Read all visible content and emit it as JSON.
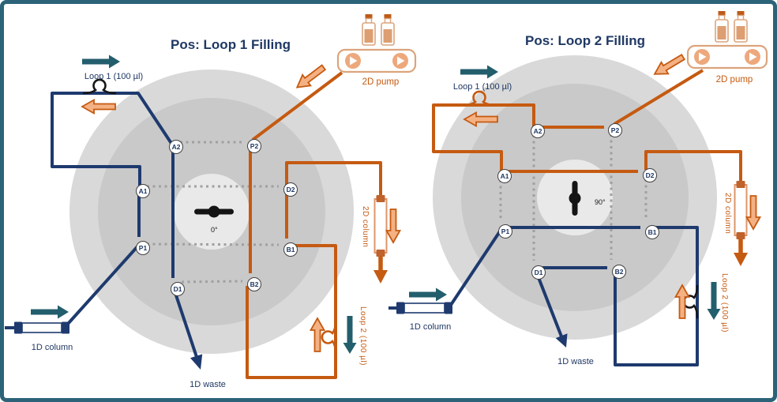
{
  "panels": [
    {
      "title": "Pos: Loop 1 Filling",
      "angle_label": "0°",
      "ports": {
        "a2": "A2",
        "p2": "P2",
        "a1": "A1",
        "d2": "D2",
        "p1": "P1",
        "b1": "B1",
        "d1": "D1",
        "b2": "B2"
      },
      "labels": {
        "loop1": "Loop 1 (100 µl)",
        "loop2": "Loop 2 (100 µl)",
        "pump2d": "2D pump",
        "column1d": "1D column",
        "column2d": "2D column",
        "waste1d": "1D waste"
      }
    },
    {
      "title": "Pos: Loop 2 Filling",
      "angle_label": "90°",
      "ports": {
        "a2": "A2",
        "p2": "P2",
        "a1": "A1",
        "d2": "D2",
        "p1": "P1",
        "b1": "B1",
        "d1": "D1",
        "b2": "B2"
      },
      "labels": {
        "loop1": "Loop 1 (100 µl)",
        "loop2": "Loop 2 (100 µl)",
        "pump2d": "2D pump",
        "column1d": "1D column",
        "column2d": "2D column",
        "waste1d": "1D waste"
      }
    }
  ],
  "colors": {
    "pipe_navy": "#1e3a6e",
    "pipe_orange": "#c55a11",
    "arrow_fill_orange": "#f4b183",
    "arrow_teal": "#235e6d",
    "border_teal": "#2d6379",
    "valve_gray_outer": "#d9d9d9",
    "valve_gray_mid": "#c9c9c9",
    "valve_gray_center": "#e9e9e9",
    "text_navy": "#1f3864"
  }
}
